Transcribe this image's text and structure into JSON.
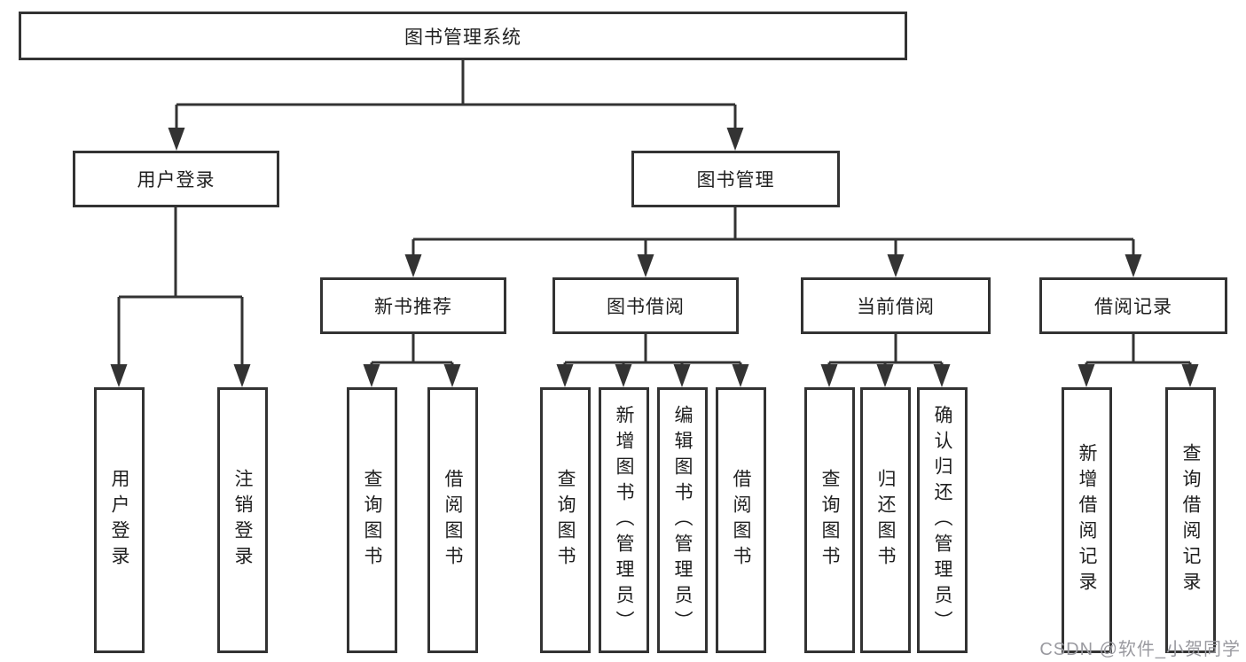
{
  "root": {
    "label": "图书管理系统"
  },
  "modules": {
    "user_login": {
      "label": "用户登录",
      "children": [
        {
          "label": "用户登录"
        },
        {
          "label": "注销登录"
        }
      ]
    },
    "book_management": {
      "label": "图书管理",
      "sections": [
        {
          "label": "新书推荐",
          "children": [
            {
              "label": "查询图书"
            },
            {
              "label": "借阅图书"
            }
          ]
        },
        {
          "label": "图书借阅",
          "children": [
            {
              "label": "查询图书"
            },
            {
              "label": "新增图书（管理员）"
            },
            {
              "label": "编辑图书（管理员）"
            },
            {
              "label": "借阅图书"
            }
          ]
        },
        {
          "label": "当前借阅",
          "children": [
            {
              "label": "查询图书"
            },
            {
              "label": "归还图书"
            },
            {
              "label": "确认归还（管理员）"
            }
          ]
        },
        {
          "label": "借阅记录",
          "children": [
            {
              "label": "新增借阅记录"
            },
            {
              "label": "查询借阅记录"
            }
          ]
        }
      ]
    }
  },
  "watermark": {
    "text": "CSDN @软件_小贺同学"
  },
  "colors": {
    "line": "#333333",
    "text": "#1f1f1f",
    "background": "#ffffff",
    "watermark": "#9a9aa0"
  }
}
